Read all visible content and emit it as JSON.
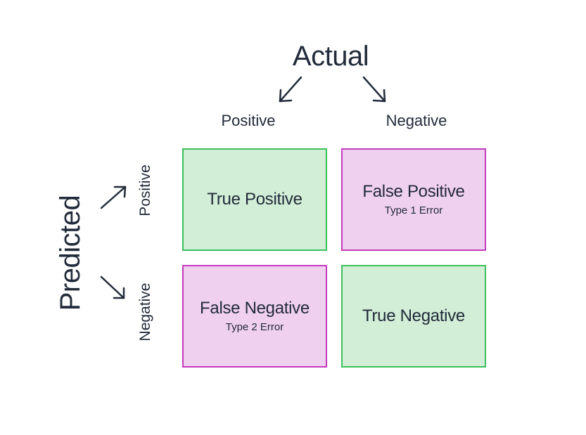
{
  "diagram": {
    "actual": {
      "title": "Actual",
      "positive": "Positive",
      "negative": "Negative"
    },
    "predicted": {
      "title": "Predicted",
      "positive": "Positive",
      "negative": "Negative"
    },
    "cells": {
      "true_positive": {
        "title": "True Positive",
        "subtitle": ""
      },
      "false_positive": {
        "title": "False Positive",
        "subtitle": "Type 1 Error"
      },
      "false_negative": {
        "title": "False Negative",
        "subtitle": "Type 2 Error"
      },
      "true_negative": {
        "title": "True Negative",
        "subtitle": ""
      }
    },
    "colors": {
      "correct_fill": "#d2eed7",
      "correct_border": "#3dbf5a",
      "error_fill": "#f0d0ef",
      "error_border": "#c23bbd",
      "text": "#222b3a"
    }
  }
}
